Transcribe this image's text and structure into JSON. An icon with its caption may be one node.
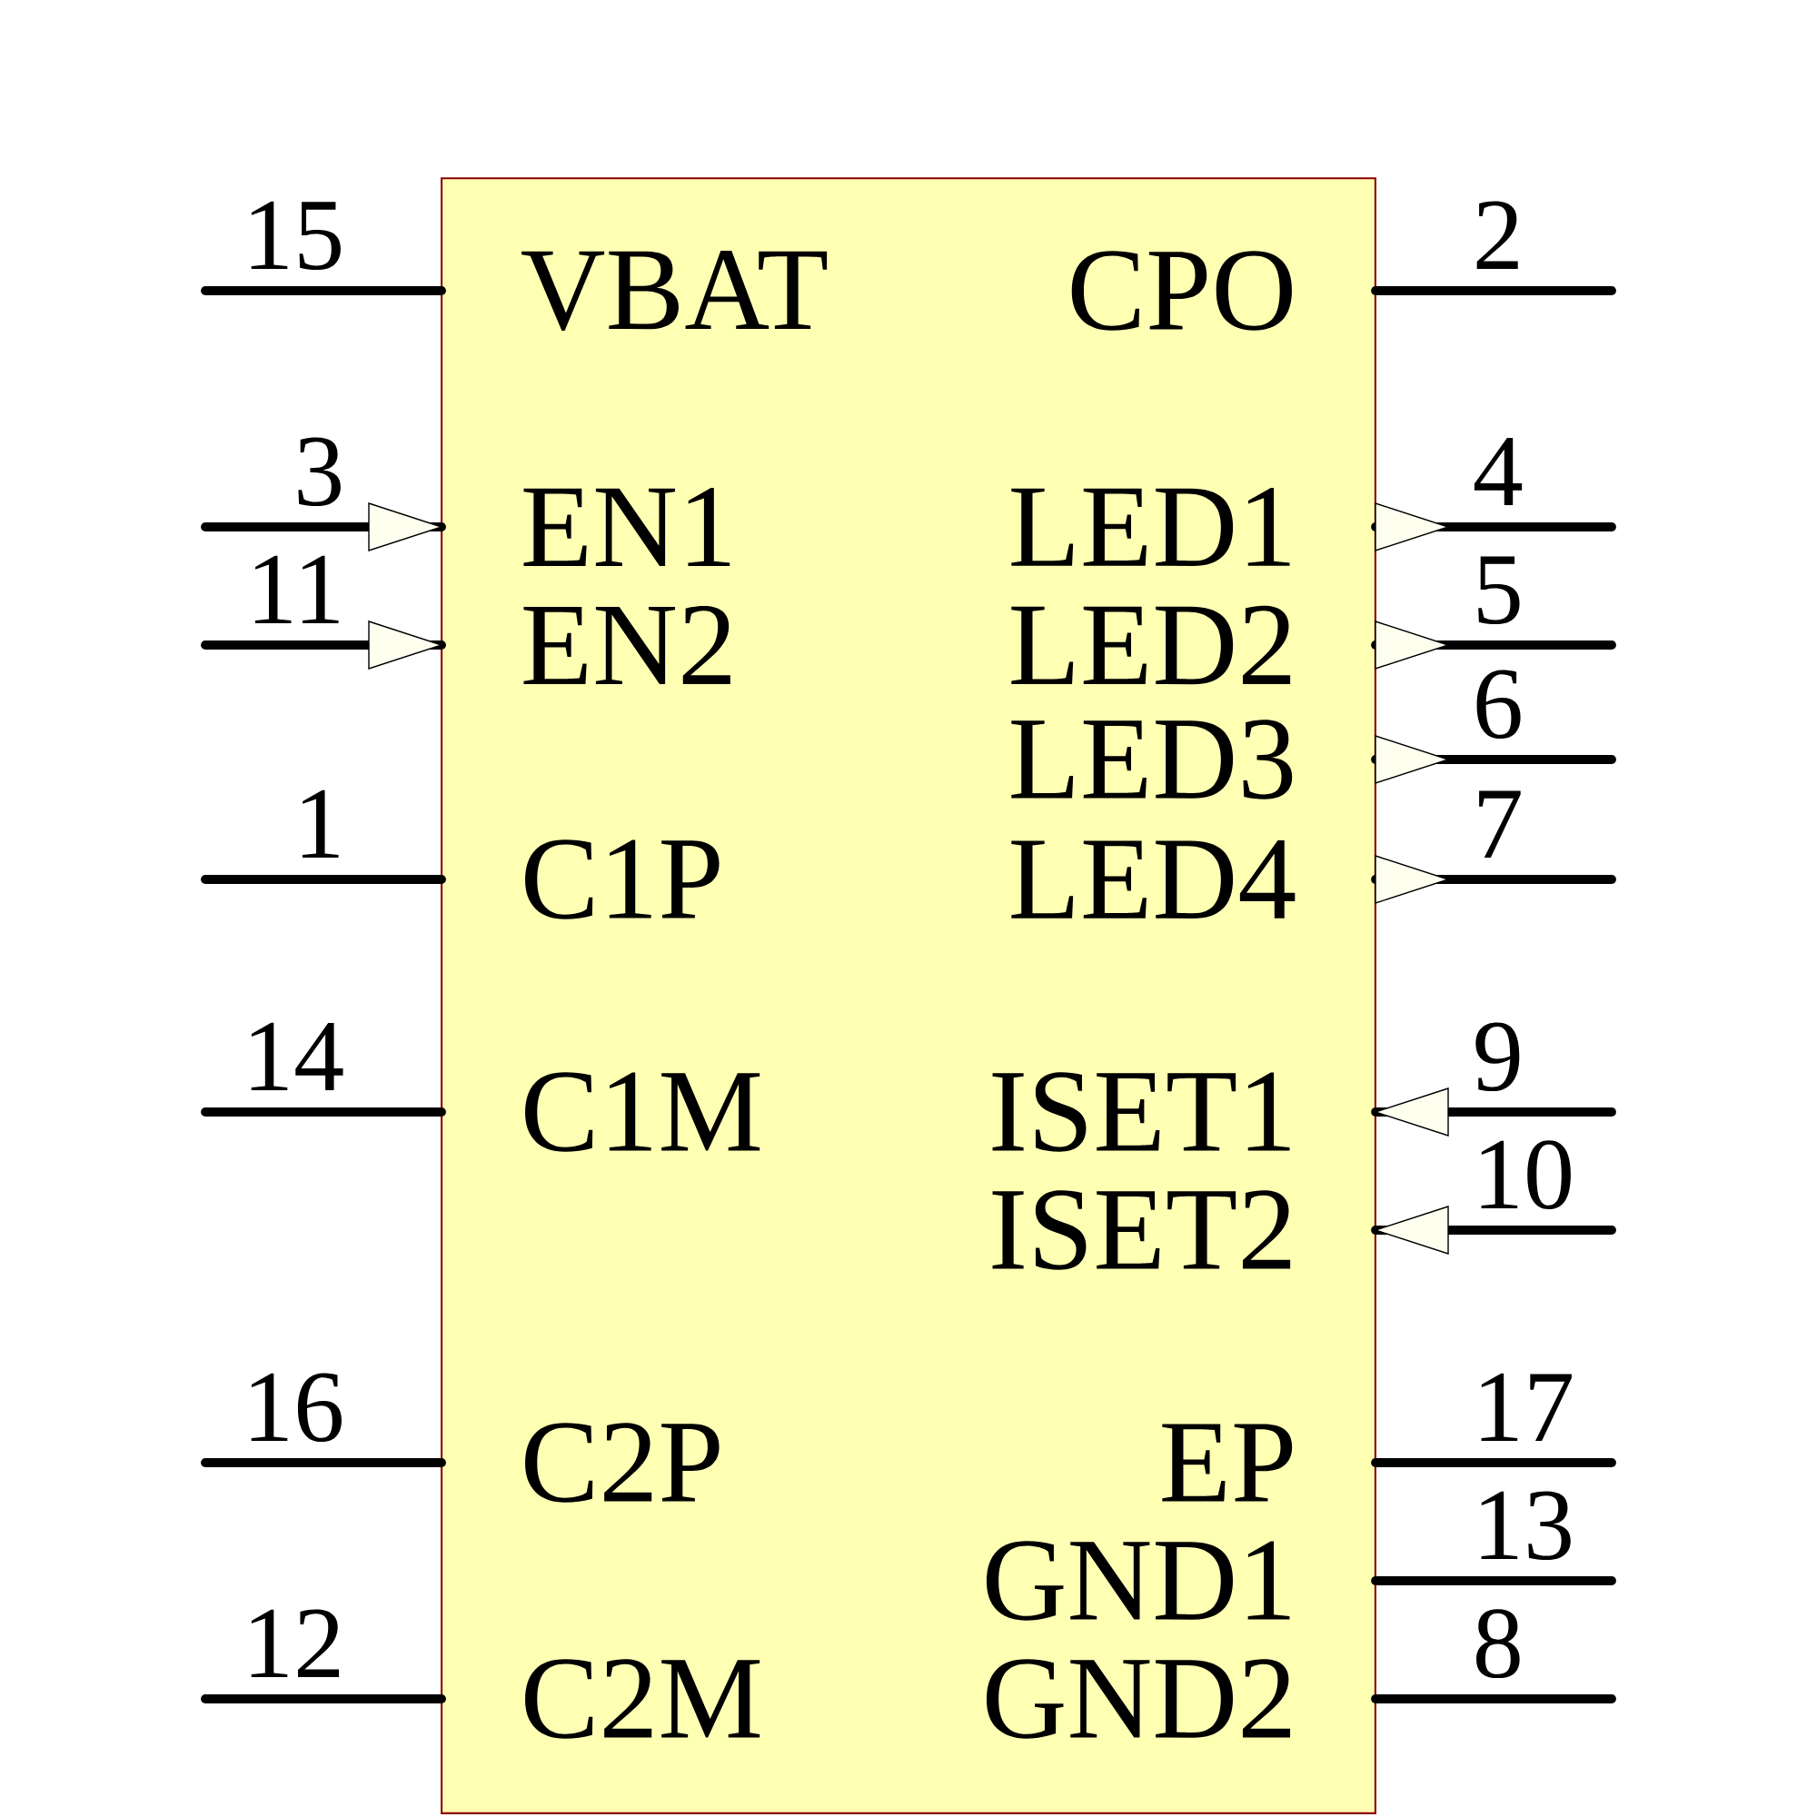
{
  "diagram": {
    "nodes": [
      {
        "text": [
          "VBAT",
          "CPO",
          "EN1",
          "LED1",
          "EN2",
          "LED2",
          "LED3",
          "C1P",
          "LED4",
          "C1M",
          "ISET1",
          "ISET2",
          "C2P",
          "EP",
          "GND1",
          "C2M",
          "GND2"
        ]
      }
    ],
    "labels": [
      "15",
      "2",
      "3",
      "4",
      "11",
      "5",
      "6",
      "1",
      "7",
      "14",
      "9",
      "10",
      "16",
      "17",
      "13",
      "12",
      "8"
    ]
  }
}
